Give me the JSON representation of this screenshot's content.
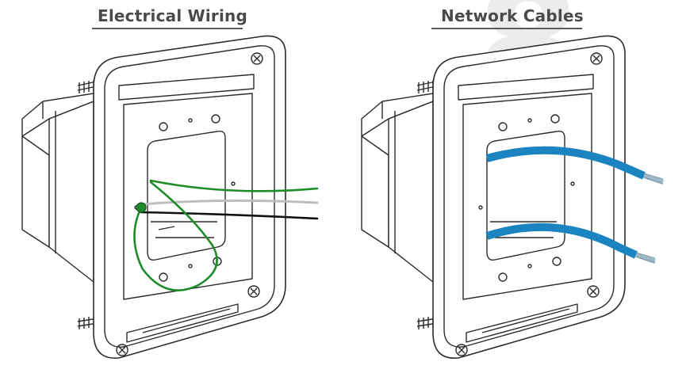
{
  "panels": {
    "left": {
      "title": "Electrical Wiring"
    },
    "right": {
      "title": "Network Cables"
    }
  },
  "watermark": {
    "glyph": "8",
    "color": "#ececec"
  },
  "colors": {
    "frame_stroke": "#2b2b2b",
    "ground_wire": "#1f8c2a",
    "neutral_wire": "#bdbdbd",
    "hot_wire": "#111111",
    "network_cable": "#1b84c0",
    "network_cable_dark": "#136a9c"
  },
  "wires": {
    "electrical": [
      "ground-wire",
      "neutral-wire",
      "hot-wire"
    ],
    "network": [
      "network-cable-top",
      "network-cable-bottom"
    ]
  }
}
